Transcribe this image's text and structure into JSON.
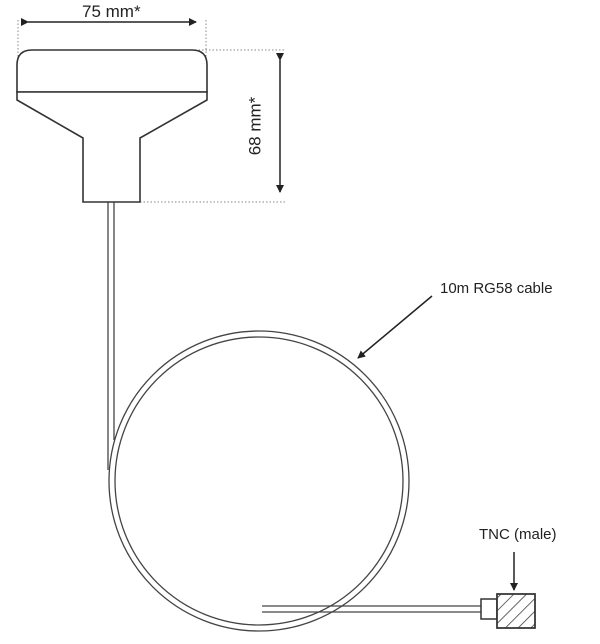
{
  "dimensions": {
    "width_label": "75 mm*",
    "height_label": "68 mm*"
  },
  "callouts": {
    "cable_label": "10m RG58 cable",
    "connector_label": "TNC (male)"
  },
  "colors": {
    "line": "#333333",
    "dotted": "#888888"
  }
}
